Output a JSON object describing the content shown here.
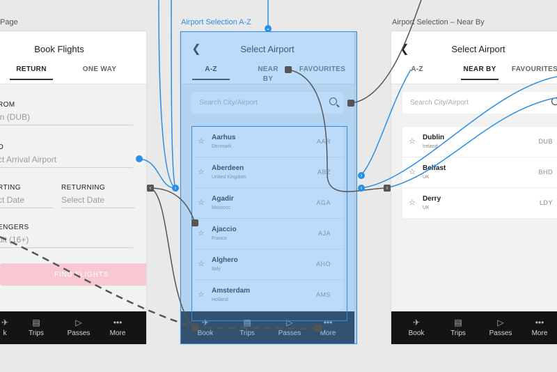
{
  "artboards": {
    "left_title": "Page",
    "mid_title": "Airport Selection A-Z",
    "right_title": "Airport Selection – Near By"
  },
  "book": {
    "title": "Book Flights",
    "tabs": [
      "RETURN",
      "ONE WAY"
    ],
    "from_label": "ROM",
    "from_value": "in (DUB)",
    "to_label": "O",
    "to_placeholder": "ct Arrival Airport",
    "departing_label": "RTING",
    "departing_placeholder": "ct Date",
    "returning_label": "RETURNING",
    "returning_placeholder": "Select Date",
    "passengers_label": "ENGERS",
    "passengers_value": "ult (16+)",
    "find_button": "FIND FLIGHTS"
  },
  "select_az": {
    "title": "Select Airport",
    "tabs": [
      "A-Z",
      "NEAR BY",
      "FAVOURITES"
    ],
    "search_placeholder": "Search City/Airport",
    "airports": [
      {
        "city": "Aarhus",
        "country": "Denmark",
        "code": "AAR"
      },
      {
        "city": "Aberdeen",
        "country": "United Kingdom",
        "code": "ABZ"
      },
      {
        "city": "Agadir",
        "country": "Morocco",
        "code": "AGA"
      },
      {
        "city": "Ajaccio",
        "country": "France",
        "code": "AJA"
      },
      {
        "city": "Alghero",
        "country": "Italy",
        "code": "AHO"
      },
      {
        "city": "Amsterdam",
        "country": "Holland",
        "code": "AMS"
      }
    ]
  },
  "select_near": {
    "title": "Select Airport",
    "tabs": [
      "A-Z",
      "NEAR BY",
      "FAVOURITES"
    ],
    "search_placeholder": "Search City/Airport",
    "airports": [
      {
        "city": "Dublin",
        "country": "Ireland",
        "code": "DUB"
      },
      {
        "city": "Belfast",
        "country": "UK",
        "code": "BHD"
      },
      {
        "city": "Derry",
        "country": "UK",
        "code": "LDY"
      }
    ]
  },
  "nav": {
    "left": [
      "k",
      "Trips",
      "Passes",
      "More"
    ],
    "mid": [
      "Book",
      "Trips",
      "Passes",
      "More"
    ],
    "right": [
      "Book",
      "Trips",
      "Passes",
      "More"
    ]
  },
  "icons": {
    "back": "arrow-left-icon",
    "search": "search-icon",
    "star": "star-icon",
    "book": "plane-icon",
    "trips": "suitcase-icon",
    "passes": "ticket-icon",
    "more": "dots-icon"
  },
  "colors": {
    "accent": "#2a8ee6",
    "link_grey": "#555555",
    "find_button": "#f7c8d1",
    "nav_bg": "#141414"
  }
}
